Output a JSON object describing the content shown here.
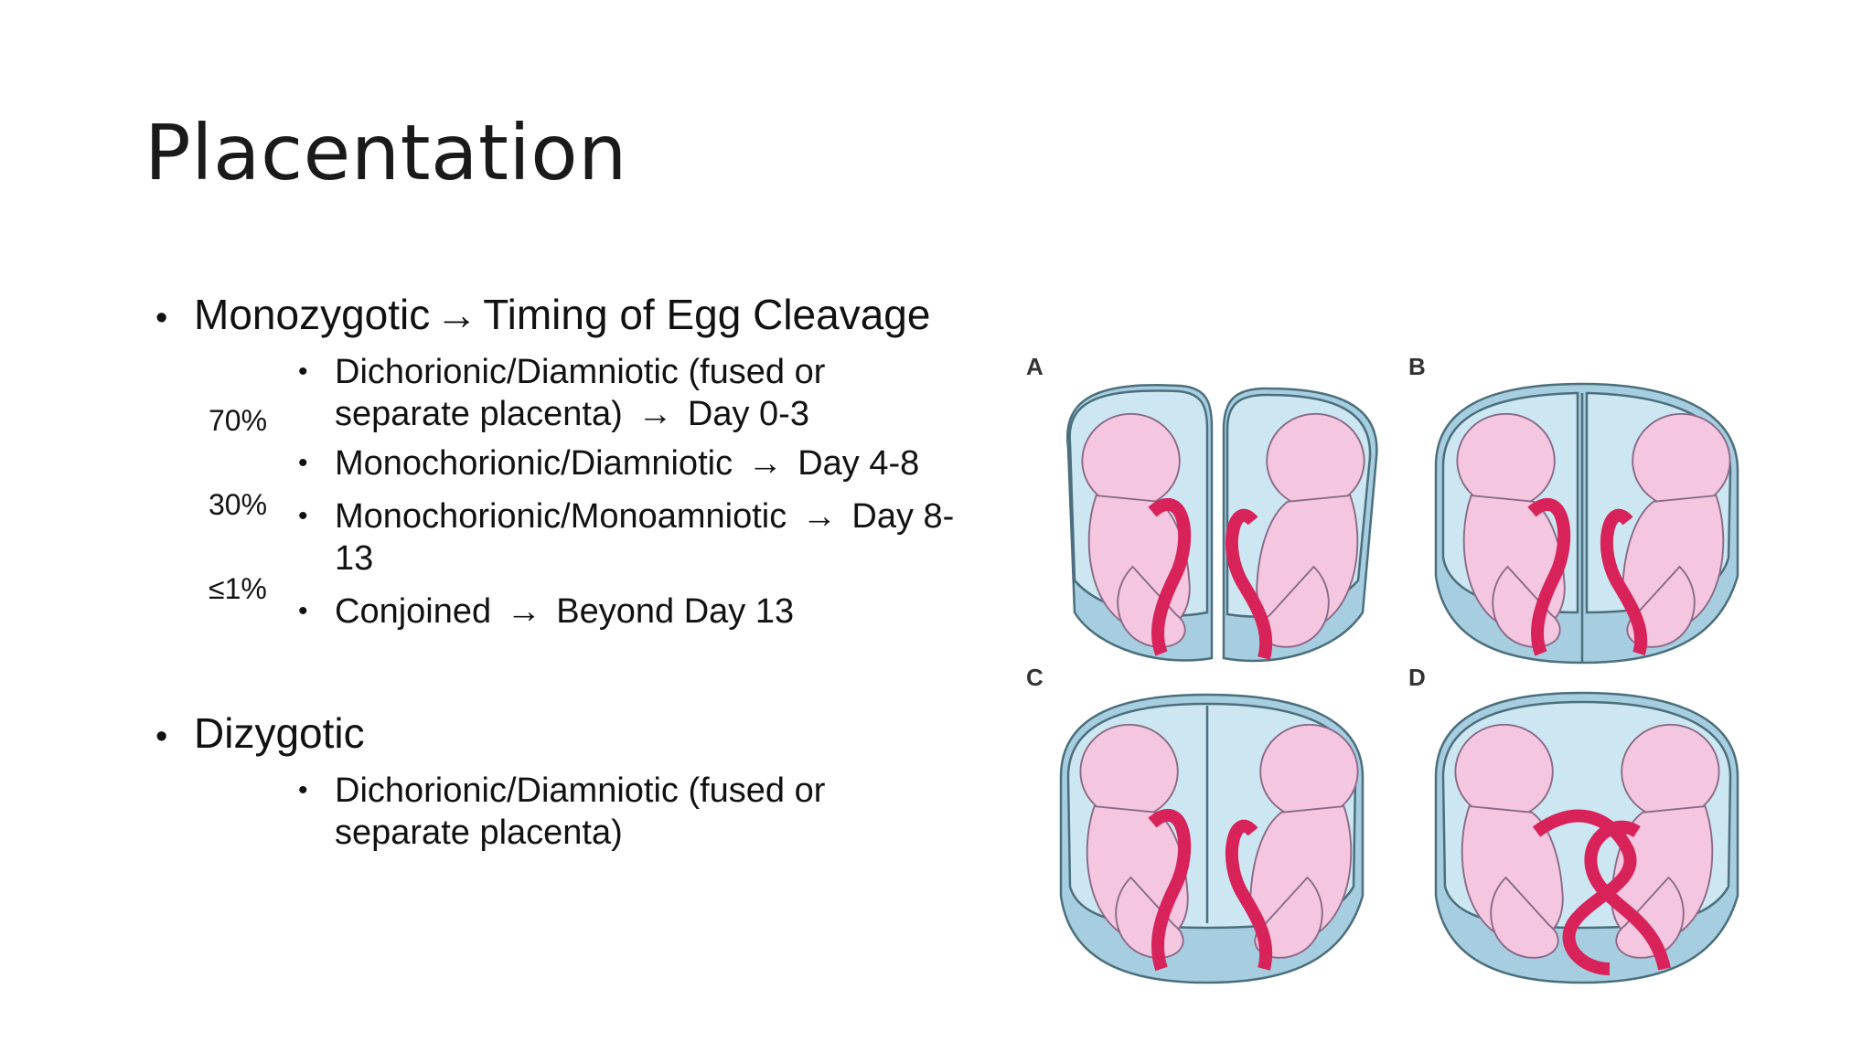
{
  "slide": {
    "title": "Placentation",
    "monozygotic": {
      "heading": "Monozygotic",
      "arrow": "→",
      "heading_tail": "Timing of Egg Cleavage",
      "items": [
        {
          "line1": "Dichorionic/Diamniotic (fused or",
          "line2": "separate placenta)",
          "arrow": "→",
          "tail": "Day 0-3",
          "pct": "70%"
        },
        {
          "line1": "Monochorionic/Diamniotic",
          "arrow": "→",
          "tail": "Day 4-8",
          "pct": "30%"
        },
        {
          "line1": "Monochorionic/Monoamniotic",
          "arrow": "→",
          "tail": "Day 8-",
          "line2": "13",
          "pct": "≤1%"
        },
        {
          "line1": "Conjoined",
          "arrow": "→",
          "tail": "Beyond Day 13"
        }
      ]
    },
    "dizygotic": {
      "heading": "Dizygotic",
      "items": [
        {
          "line1": "Dichorionic/Diamniotic (fused or",
          "line2": "separate placenta)"
        }
      ]
    },
    "figure": {
      "panel_labels": [
        "A",
        "B",
        "C",
        "D"
      ],
      "colors": {
        "sac": "#cde7f2",
        "outline": "#4b6f7c",
        "fetus": "#f4c6e0",
        "cord": "#d8235a",
        "placenta": "#a7cde0"
      }
    }
  }
}
